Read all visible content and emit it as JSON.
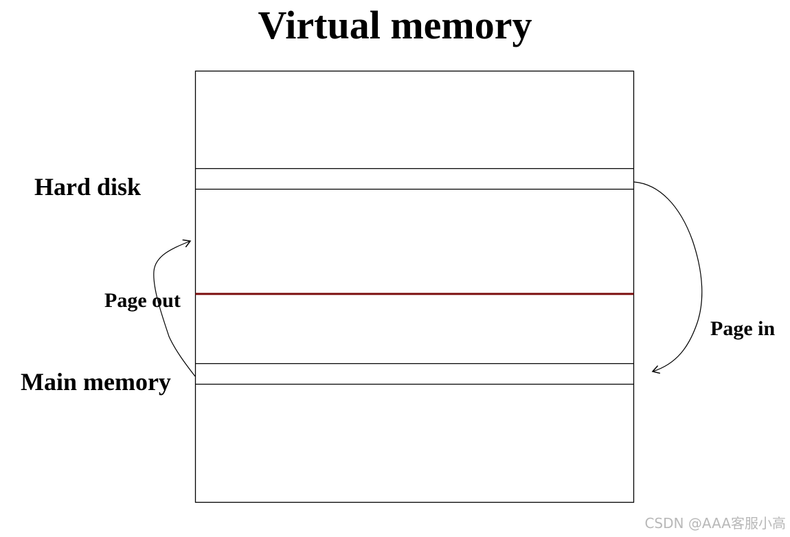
{
  "title": "Virtual memory",
  "labels": {
    "hard_disk": "Hard disk",
    "main_memory": "Main memory",
    "page_out": "Page out",
    "page_in": "Page in"
  },
  "watermark": "CSDN @AAA客服小高",
  "colors": {
    "outline": "#000000",
    "boundary_line": "#7a0a0a",
    "watermark": "#b8b8b8"
  }
}
